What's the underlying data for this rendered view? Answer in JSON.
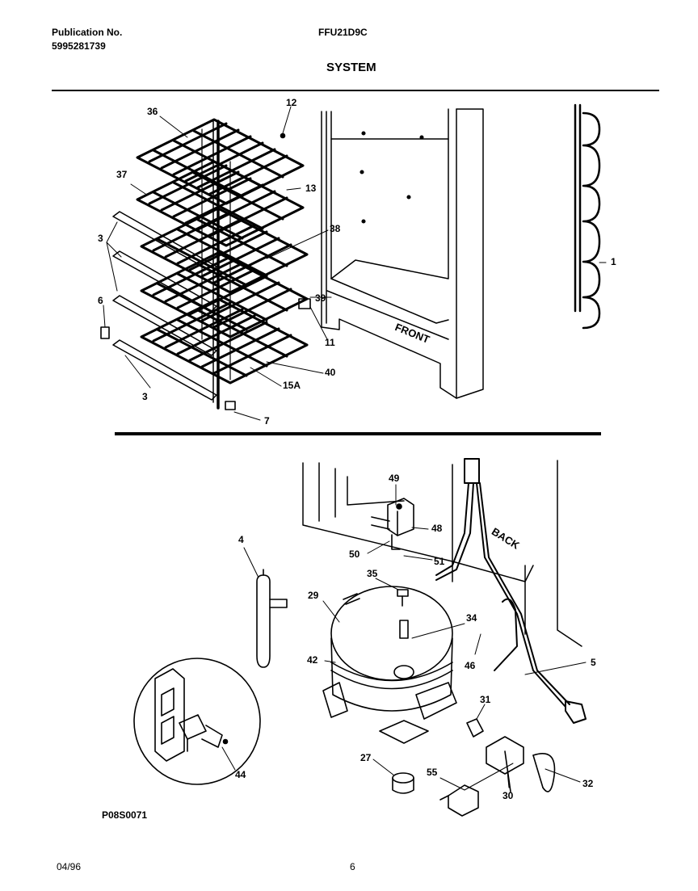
{
  "header": {
    "publication_label": "Publication No.",
    "publication_number": "5995281739",
    "model": "FFU21D9C",
    "section_title": "SYSTEM"
  },
  "cabinet_labels": {
    "front": "FRONT",
    "back": "BACK"
  },
  "callouts": {
    "c36": "36",
    "c12": "12",
    "c37": "37",
    "c13": "13",
    "c38": "38",
    "c3a": "3",
    "c1": "1",
    "c6": "6",
    "c39": "39",
    "c11": "11",
    "c40": "40",
    "c15a": "15A",
    "c3b": "3",
    "c7": "7",
    "c49": "49",
    "c48": "48",
    "c4": "4",
    "c50": "50",
    "c51": "51",
    "c35": "35",
    "c29": "29",
    "c34": "34",
    "c42": "42",
    "c46": "46",
    "c5": "5",
    "c31": "31",
    "c44": "44",
    "c27": "27",
    "c55": "55",
    "c32": "32",
    "c30": "30"
  },
  "diagram_code": "P08S0071",
  "footer": {
    "date": "04/96",
    "page": "6"
  }
}
